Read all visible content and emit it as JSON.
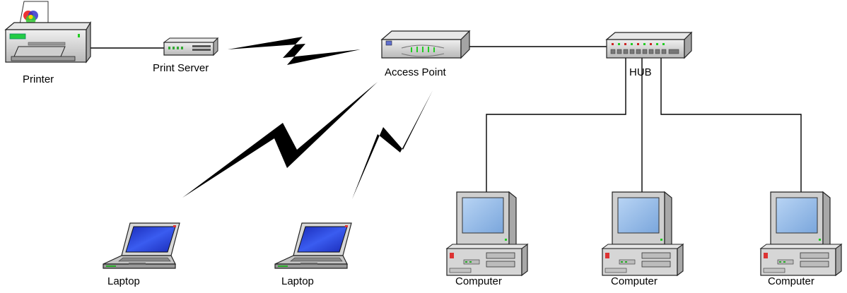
{
  "devices": {
    "printer": {
      "label": "Printer",
      "icon": "printer-icon"
    },
    "print_server": {
      "label": "Print Server",
      "icon": "print-server-icon"
    },
    "access_point": {
      "label": "Access Point",
      "icon": "access-point-icon"
    },
    "hub": {
      "label": "HUB",
      "icon": "hub-icon"
    },
    "laptops": [
      {
        "label": "Laptop",
        "icon": "laptop-icon"
      },
      {
        "label": "Laptop",
        "icon": "laptop-icon"
      }
    ],
    "computers": [
      {
        "label": "Computer",
        "icon": "computer-icon"
      },
      {
        "label": "Computer",
        "icon": "computer-icon"
      },
      {
        "label": "Computer",
        "icon": "computer-icon"
      }
    ]
  },
  "colors": {
    "screen_blue": "#3a4de8",
    "monitor_bezel": "#c8c8c8",
    "led_green": "#22cc22",
    "led_red": "#cc2222",
    "device_gray": "#d4d4d4",
    "wire": "#000000"
  }
}
